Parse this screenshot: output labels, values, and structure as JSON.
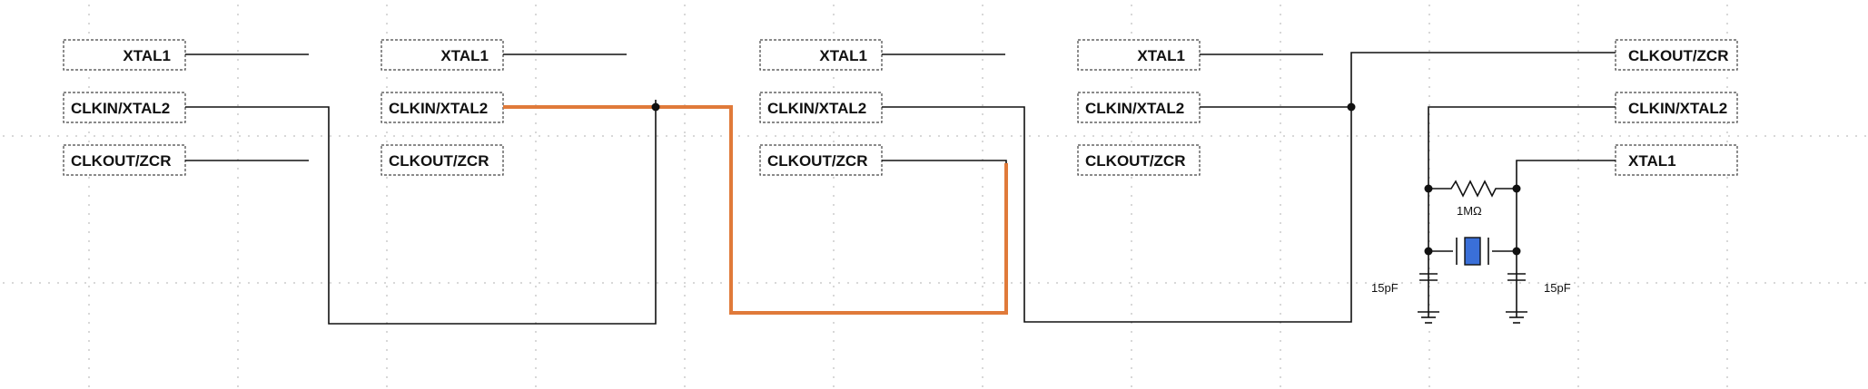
{
  "colors": {
    "background": "#ffffff",
    "wire": "#111111",
    "highlight_wire": "#e07a3a",
    "crystal_fill": "#3a6fd8",
    "grid_dot": "#bdbdbd"
  },
  "groups": [
    {
      "pins": [
        "XTAL1",
        "CLKIN/XTAL2",
        "CLKOUT/ZCR"
      ]
    },
    {
      "pins": [
        "XTAL1",
        "CLKIN/XTAL2",
        "CLKOUT/ZCR"
      ]
    },
    {
      "pins": [
        "XTAL1",
        "CLKIN/XTAL2",
        "CLKOUT/ZCR"
      ]
    },
    {
      "pins": [
        "XTAL1",
        "CLKIN/XTAL2",
        "CLKOUT/ZCR"
      ]
    },
    {
      "pins": [
        "CLKOUT/ZCR",
        "CLKIN/XTAL2",
        "XTAL1"
      ]
    }
  ],
  "components": {
    "resistor_value": "1MΩ",
    "cap_left_value": "15pF",
    "cap_right_value": "15pF",
    "crystal_icon": "crystal-icon",
    "ground_icon": "ground-icon"
  }
}
